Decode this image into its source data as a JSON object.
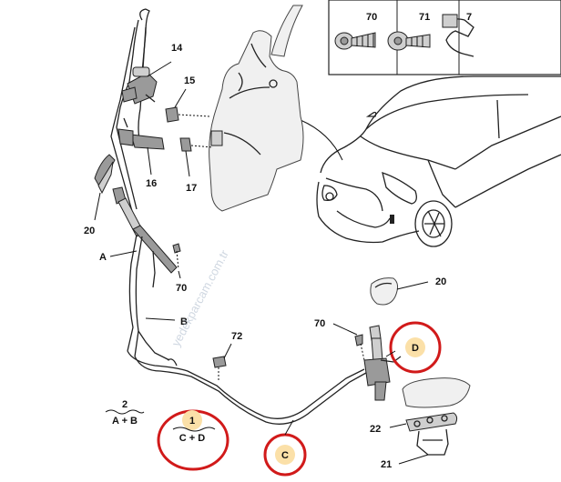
{
  "callouts": {
    "c14": "14",
    "c15": "15",
    "c16": "16",
    "c17": "17",
    "c20_left": "20",
    "c20_right": "20",
    "c70_left": "70",
    "c70_right": "70",
    "c70_inset": "70",
    "c71_inset": "71",
    "c72": "72",
    "c22": "22",
    "c21": "21",
    "cA": "A",
    "cB": "B",
    "cC": "C",
    "cD": "D"
  },
  "legend": {
    "item2": {
      "number": "2",
      "formula": "A + B"
    },
    "item1": {
      "number": "1",
      "formula": "C + D"
    }
  },
  "watermark": "yedekparcam.com.tr",
  "colors": {
    "highlight_ring": "#d11a1a",
    "tag_fill": "#fbe0a8",
    "line": "#222222"
  }
}
